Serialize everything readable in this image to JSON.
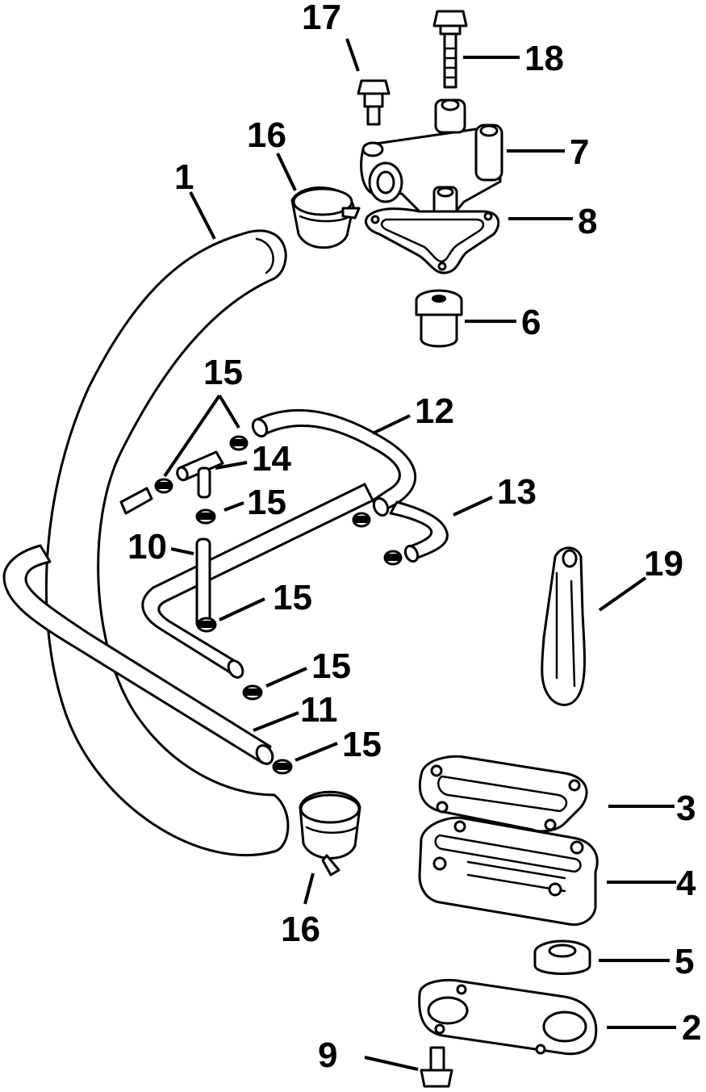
{
  "diagram": {
    "colors": {
      "ink": "#000000",
      "paper": "#ffffff"
    },
    "callouts": [
      {
        "id": "c1",
        "label": "1"
      },
      {
        "id": "c2",
        "label": "2"
      },
      {
        "id": "c3",
        "label": "3"
      },
      {
        "id": "c4",
        "label": "4"
      },
      {
        "id": "c5",
        "label": "5"
      },
      {
        "id": "c6",
        "label": "6"
      },
      {
        "id": "c7",
        "label": "7"
      },
      {
        "id": "c8",
        "label": "8"
      },
      {
        "id": "c9",
        "label": "9"
      },
      {
        "id": "c10",
        "label": "10"
      },
      {
        "id": "c11",
        "label": "11"
      },
      {
        "id": "c12",
        "label": "12"
      },
      {
        "id": "c13",
        "label": "13"
      },
      {
        "id": "c14",
        "label": "14"
      },
      {
        "id": "c15a",
        "label": "15"
      },
      {
        "id": "c15b",
        "label": "15"
      },
      {
        "id": "c15c",
        "label": "15"
      },
      {
        "id": "c15d",
        "label": "15"
      },
      {
        "id": "c15e",
        "label": "15"
      },
      {
        "id": "c16a",
        "label": "16"
      },
      {
        "id": "c16b",
        "label": "16"
      },
      {
        "id": "c17",
        "label": "17"
      },
      {
        "id": "c18",
        "label": "18"
      },
      {
        "id": "c19",
        "label": "19"
      }
    ]
  }
}
